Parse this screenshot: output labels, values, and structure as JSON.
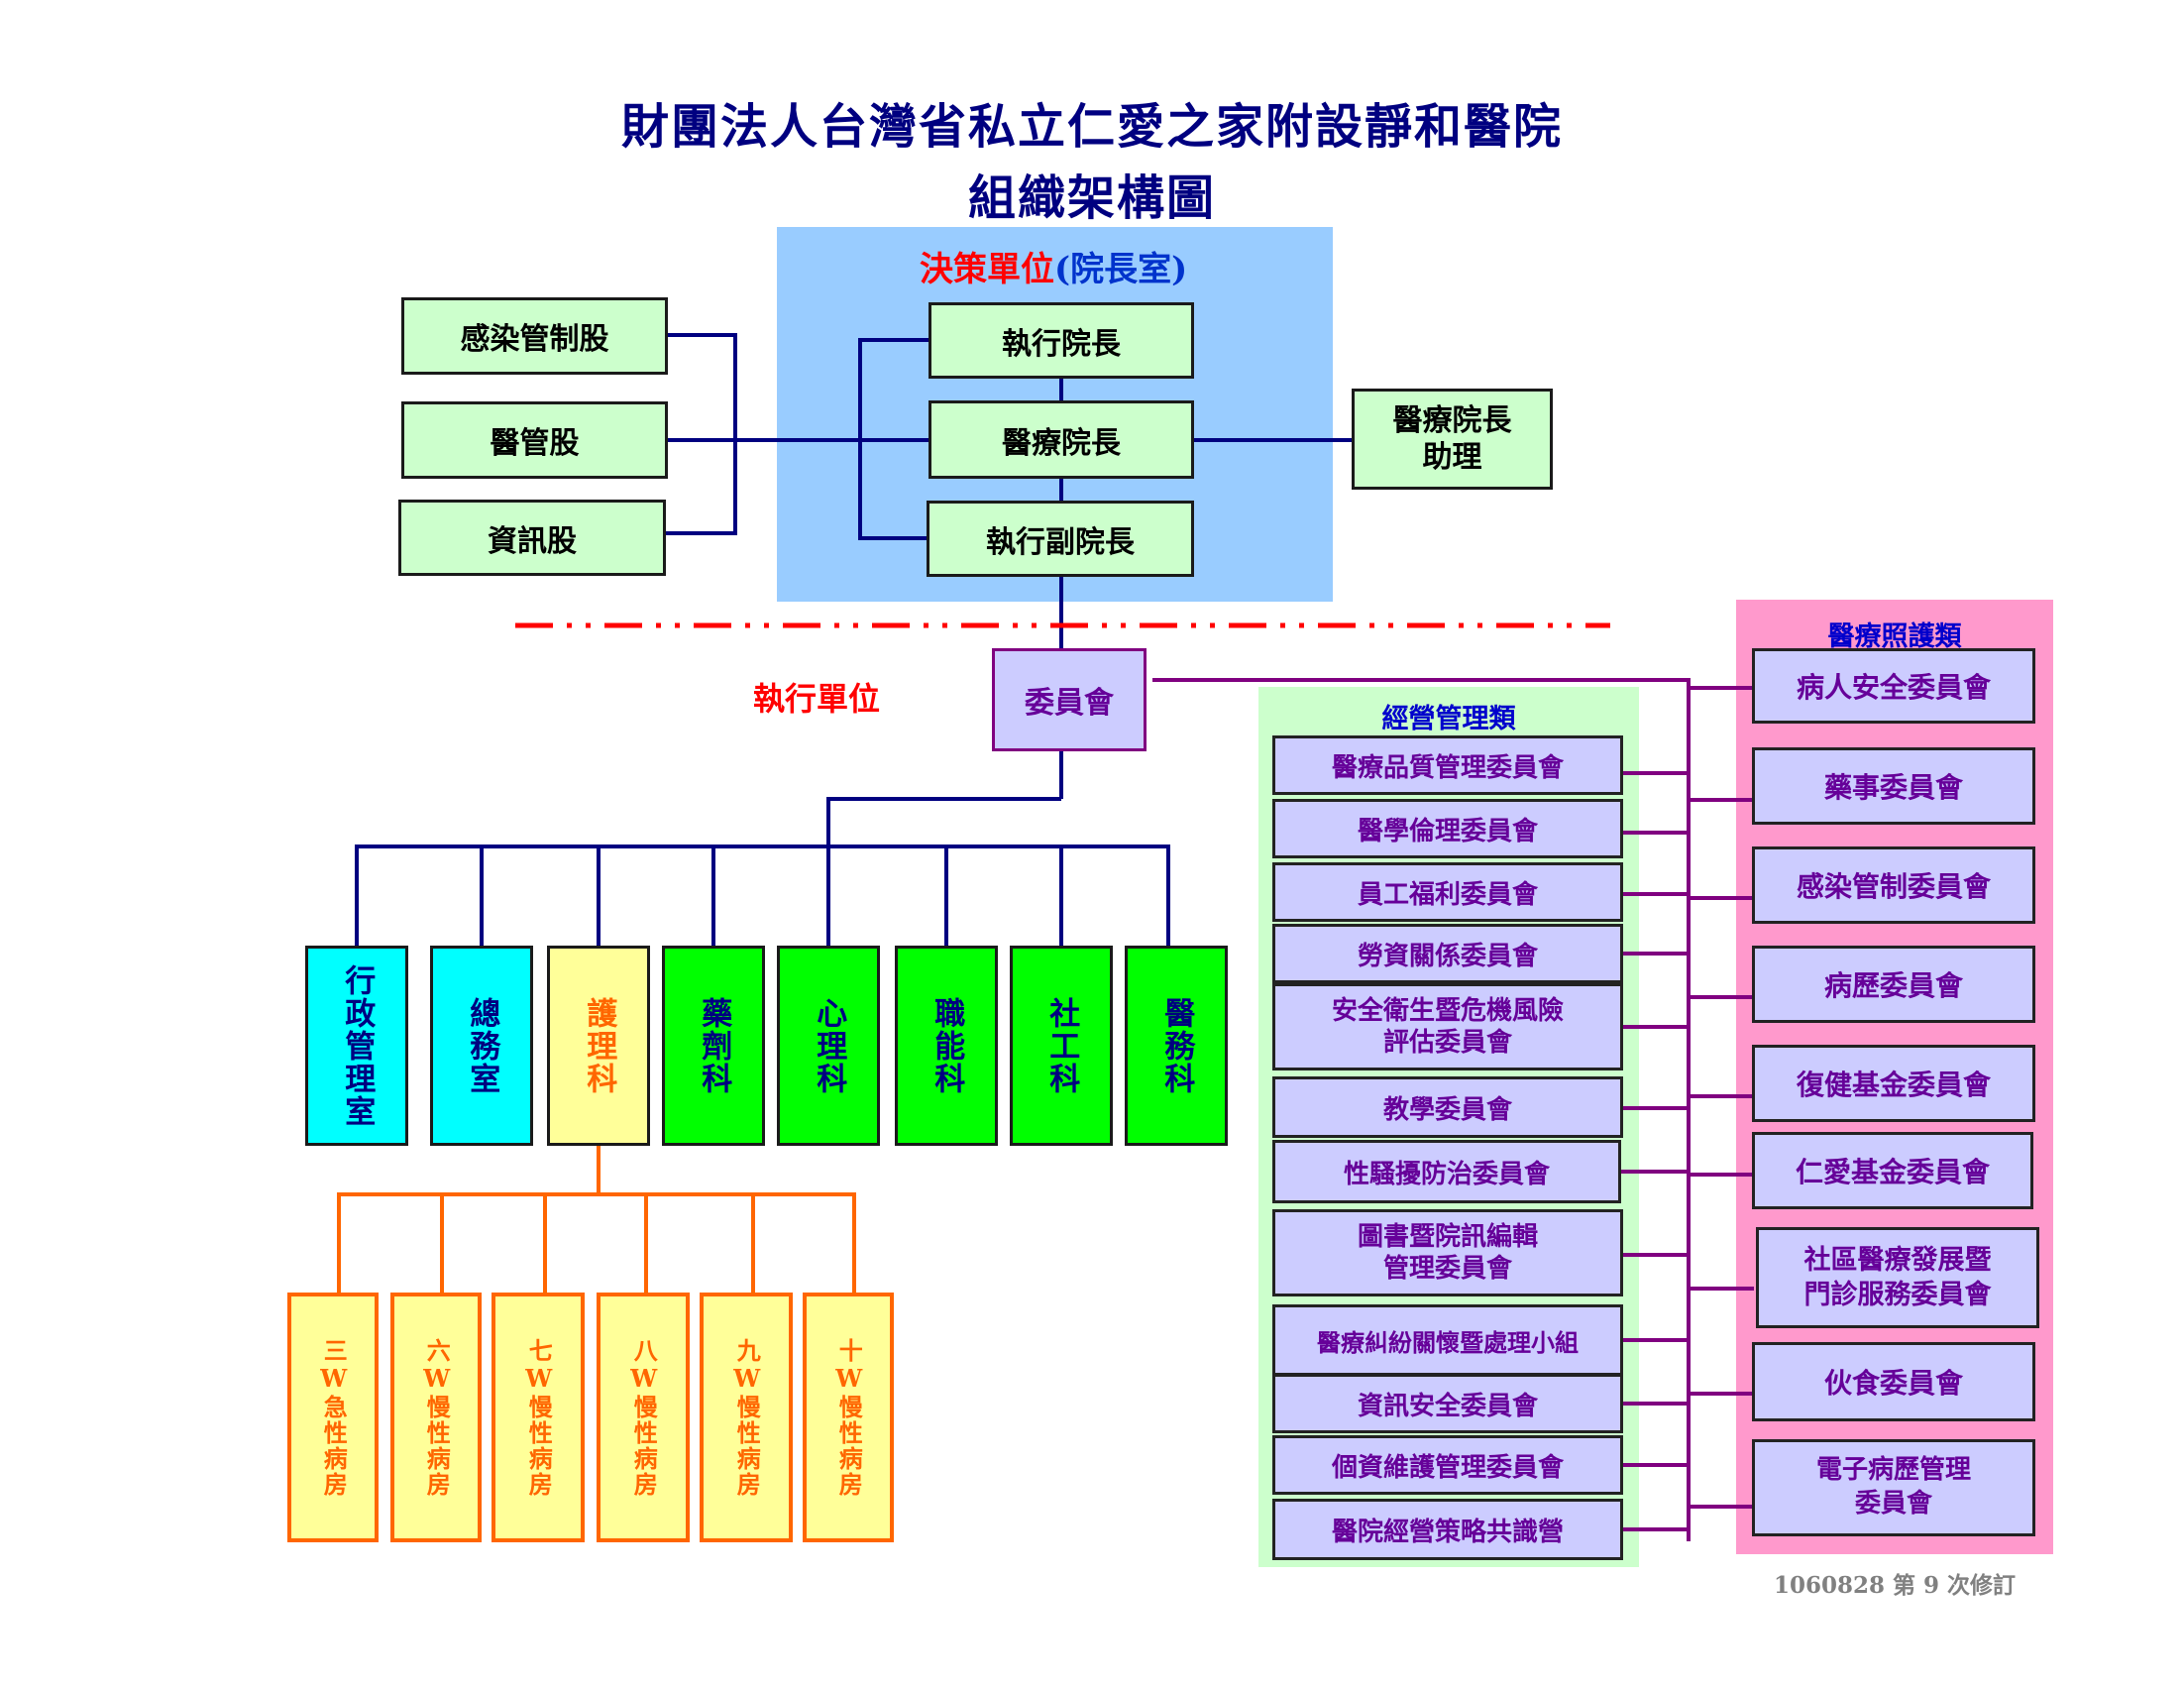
{
  "title": {
    "line1": "財團法人台灣省私立仁愛之家附設靜和醫院",
    "line2": "組織架構圖"
  },
  "decision_zone": {
    "heading_main": "決策單位",
    "heading_sub": "(院長室)",
    "boxes": [
      "執行院長",
      "醫療院長",
      "執行副院長"
    ]
  },
  "staff_units": [
    "感染管制股",
    "醫管股",
    "資訊股"
  ],
  "assistant": "醫療院長\n助理",
  "execution_label": "執行單位",
  "committee": "委員會",
  "departments": [
    "行政管理室",
    "總務室",
    "護理科",
    "藥劑科",
    "心理科",
    "職能科",
    "社工科",
    "醫務科"
  ],
  "wards": [
    "三W急性病房",
    "六W慢性病房",
    "七W慢性病房",
    "八W慢性病房",
    "九W慢性病房",
    "十W慢性病房"
  ],
  "management": {
    "heading": "經營管理類",
    "items": [
      "醫療品質管理委員會",
      "醫學倫理委員會",
      "員工福利委員會",
      "勞資關係委員會",
      "安全衛生暨危機風險\n評估委員會",
      "教學委員會",
      "性騷擾防治委員會",
      "圖書暨院訊編輯\n管理委員會",
      "醫療糾紛關懷暨處理小組",
      "資訊安全委員會",
      "個資維護管理委員會",
      "醫院經營策略共識營"
    ]
  },
  "care": {
    "heading": "醫療照護類",
    "items": [
      "病人安全委員會",
      "藥事委員會",
      "感染管制委員會",
      "病歷委員會",
      "復健基金委員會",
      "仁愛基金委員會",
      "社區醫療發展暨\n門診服務委員會",
      "伙食委員會",
      "電子病歷管理\n委員會"
    ]
  },
  "revision_note": "1060828 第 9 次修訂",
  "colors": {
    "title": "#000080",
    "decision_zone": "#99ccff",
    "management_zone": "#ccffcc",
    "care_zone": "#ff99cc",
    "lead_box": "#ccffcc",
    "committee_box": "#ccccff",
    "committee_text": "#660099",
    "navy_line": "#000080",
    "purple_line": "#800080",
    "orange_line": "#ff6600",
    "red_text": "#ff0000",
    "dept_cyan": "#00ffff",
    "dept_yellow": "#ffff99",
    "dept_green": "#00ff00",
    "ward_fill": "#ffff99"
  }
}
